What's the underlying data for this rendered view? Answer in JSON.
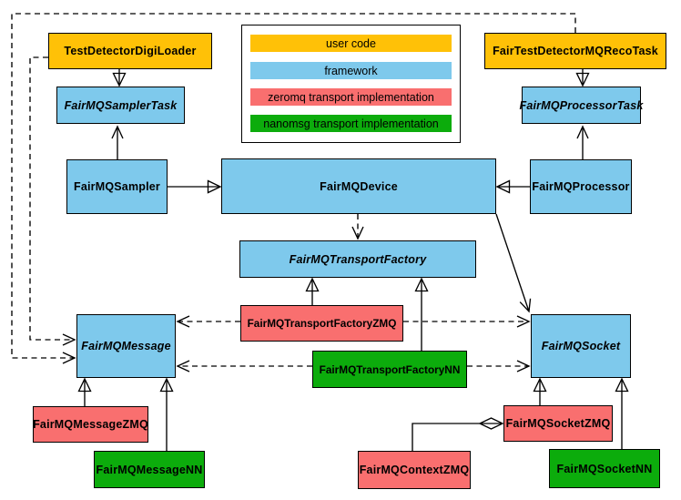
{
  "colors": {
    "user_code": "#FFC107",
    "framework": "#7EC9EC",
    "zeromq": "#F96F6F",
    "nanomsg": "#0CAC0C"
  },
  "legend": {
    "items": [
      {
        "label": "user code",
        "color": "#FFC107"
      },
      {
        "label": "framework",
        "color": "#7EC9EC"
      },
      {
        "label": "zeromq transport implementation",
        "color": "#F96F6F"
      },
      {
        "label": "nanomsg transport implementation",
        "color": "#0CAC0C"
      }
    ]
  },
  "nodes": {
    "test_detector_digi_loader": {
      "label": "TestDetectorDigiLoader",
      "category": "user code",
      "abstract": false
    },
    "fair_test_detector_mq_reco_task": {
      "label": "FairTestDetectorMQRecoTask",
      "category": "user code",
      "abstract": false
    },
    "fair_mq_sampler_task": {
      "label": "FairMQSamplerTask",
      "category": "framework",
      "abstract": true
    },
    "fair_mq_processor_task": {
      "label": "FairMQProcessorTask",
      "category": "framework",
      "abstract": true
    },
    "fair_mq_sampler": {
      "label": "FairMQSampler",
      "category": "framework",
      "abstract": false
    },
    "fair_mq_device": {
      "label": "FairMQDevice",
      "category": "framework",
      "abstract": false
    },
    "fair_mq_processor": {
      "label": "FairMQProcessor",
      "category": "framework",
      "abstract": false
    },
    "fair_mq_transport_factory": {
      "label": "FairMQTransportFactory",
      "category": "framework",
      "abstract": true
    },
    "fair_mq_transport_factory_zmq": {
      "label": "FairMQTransportFactoryZMQ",
      "category": "zeromq",
      "abstract": false
    },
    "fair_mq_transport_factory_nn": {
      "label": "FairMQTransportFactoryNN",
      "category": "nanomsg",
      "abstract": false
    },
    "fair_mq_message": {
      "label": "FairMQMessage",
      "category": "framework",
      "abstract": true
    },
    "fair_mq_socket": {
      "label": "FairMQSocket",
      "category": "framework",
      "abstract": true
    },
    "fair_mq_message_zmq": {
      "label": "FairMQMessageZMQ",
      "category": "zeromq",
      "abstract": false
    },
    "fair_mq_message_nn": {
      "label": "FairMQMessageNN",
      "category": "nanomsg",
      "abstract": false
    },
    "fair_mq_socket_zmq": {
      "label": "FairMQSocketZMQ",
      "category": "zeromq",
      "abstract": false
    },
    "fair_mq_socket_nn": {
      "label": "FairMQSocketNN",
      "category": "nanomsg",
      "abstract": false
    },
    "fair_mq_context_zmq": {
      "label": "FairMQContextZMQ",
      "category": "zeromq",
      "abstract": false
    }
  },
  "edges": [
    {
      "from": "TestDetectorDigiLoader",
      "to": "FairMQSamplerTask",
      "type": "inheritance"
    },
    {
      "from": "FairTestDetectorMQRecoTask",
      "to": "FairMQProcessorTask",
      "type": "inheritance"
    },
    {
      "from": "FairMQSampler",
      "to": "FairMQSamplerTask",
      "type": "association"
    },
    {
      "from": "FairMQProcessor",
      "to": "FairMQProcessorTask",
      "type": "association"
    },
    {
      "from": "FairMQSampler",
      "to": "FairMQDevice",
      "type": "inheritance"
    },
    {
      "from": "FairMQProcessor",
      "to": "FairMQDevice",
      "type": "inheritance"
    },
    {
      "from": "FairMQDevice",
      "to": "FairMQTransportFactory",
      "type": "dependency"
    },
    {
      "from": "FairMQDevice",
      "to": "FairMQSocket",
      "type": "association"
    },
    {
      "from": "FairMQTransportFactoryZMQ",
      "to": "FairMQTransportFactory",
      "type": "inheritance"
    },
    {
      "from": "FairMQTransportFactoryNN",
      "to": "FairMQTransportFactory",
      "type": "inheritance"
    },
    {
      "from": "FairMQTransportFactoryZMQ",
      "to": "FairMQMessage",
      "type": "dependency"
    },
    {
      "from": "FairMQTransportFactoryZMQ",
      "to": "FairMQSocket",
      "type": "dependency"
    },
    {
      "from": "FairMQTransportFactoryNN",
      "to": "FairMQMessage",
      "type": "dependency"
    },
    {
      "from": "FairMQTransportFactoryNN",
      "to": "FairMQSocket",
      "type": "dependency"
    },
    {
      "from": "TestDetectorDigiLoader",
      "to": "FairMQMessage",
      "type": "dependency"
    },
    {
      "from": "FairTestDetectorMQRecoTask",
      "to": "FairMQMessage",
      "type": "dependency"
    },
    {
      "from": "FairMQMessageZMQ",
      "to": "FairMQMessage",
      "type": "inheritance"
    },
    {
      "from": "FairMQMessageNN",
      "to": "FairMQMessage",
      "type": "inheritance"
    },
    {
      "from": "FairMQSocketZMQ",
      "to": "FairMQSocket",
      "type": "inheritance"
    },
    {
      "from": "FairMQSocketNN",
      "to": "FairMQSocket",
      "type": "inheritance"
    },
    {
      "from": "FairMQContextZMQ",
      "to": "FairMQSocketZMQ",
      "type": "composition"
    }
  ]
}
